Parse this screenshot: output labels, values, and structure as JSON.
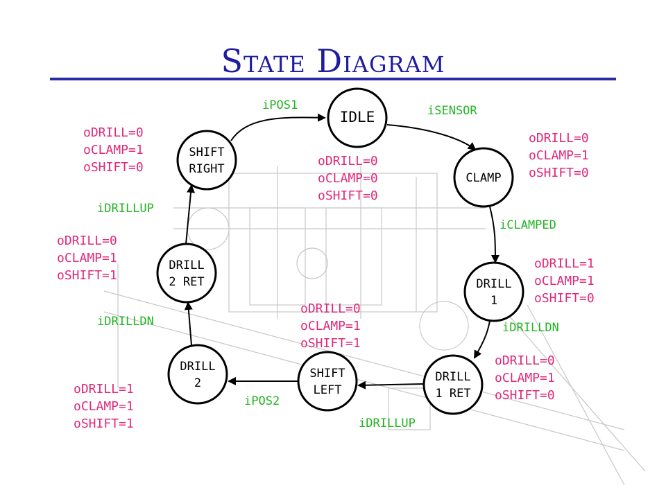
{
  "title": "State Diagram",
  "colors": {
    "title": "#1d1d9e",
    "rule": "#2a2aa8",
    "transition": "#22b422",
    "output": "#e0287a",
    "background_sketch": "#c7c7c7"
  },
  "states": [
    {
      "id": "idle",
      "lines": [
        "IDLE"
      ],
      "name": "state-idle"
    },
    {
      "id": "clamp",
      "lines": [
        "CLAMP"
      ],
      "name": "state-clamp"
    },
    {
      "id": "drill1",
      "lines": [
        "DRILL",
        "1"
      ],
      "name": "state-drill-1"
    },
    {
      "id": "drill1ret",
      "lines": [
        "DRILL",
        "1 RET"
      ],
      "name": "state-drill-1-ret"
    },
    {
      "id": "shiftleft",
      "lines": [
        "SHIFT",
        "LEFT"
      ],
      "name": "state-shift-left"
    },
    {
      "id": "drill2",
      "lines": [
        "DRILL",
        "2"
      ],
      "name": "state-drill-2"
    },
    {
      "id": "drill2ret",
      "lines": [
        "DRILL",
        "2 RET"
      ],
      "name": "state-drill-2-ret"
    },
    {
      "id": "shiftright",
      "lines": [
        "SHIFT",
        "RIGHT"
      ],
      "name": "state-shift-right"
    }
  ],
  "transitions": [
    {
      "from": "shiftright",
      "to": "idle",
      "label": "iPOS1"
    },
    {
      "from": "idle",
      "to": "clamp",
      "label": "iSENSOR"
    },
    {
      "from": "clamp",
      "to": "drill1",
      "label": "iCLAMPED"
    },
    {
      "from": "drill1",
      "to": "drill1ret",
      "label": "iDRILLDN"
    },
    {
      "from": "drill1ret",
      "to": "shiftleft",
      "label": "iDRILLUP"
    },
    {
      "from": "shiftleft",
      "to": "drill2",
      "label": "iPOS2"
    },
    {
      "from": "drill2",
      "to": "drill2ret",
      "label": "iDRILLDN"
    },
    {
      "from": "drill2ret",
      "to": "shiftright",
      "label": "iDRILLUP"
    }
  ],
  "outputs": [
    {
      "state": "shiftright",
      "lines": [
        "oDRILL=0",
        "oCLAMP=1",
        "oSHIFT=0"
      ]
    },
    {
      "state": "idle",
      "lines": [
        "oDRILL=0",
        "oCLAMP=0",
        "oSHIFT=0"
      ]
    },
    {
      "state": "clamp",
      "lines": [
        "oDRILL=0",
        "oCLAMP=1",
        "oSHIFT=0"
      ]
    },
    {
      "state": "drill2ret",
      "lines": [
        "oDRILL=0",
        "oCLAMP=1",
        "oSHIFT=1"
      ]
    },
    {
      "state": "drill1",
      "lines": [
        "oDRILL=1",
        "oCLAMP=1",
        "oSHIFT=0"
      ]
    },
    {
      "state": "shiftleft",
      "lines": [
        "oDRILL=0",
        "oCLAMP=1",
        "oSHIFT=1"
      ]
    },
    {
      "state": "drill1ret",
      "lines": [
        "oDRILL=0",
        "oCLAMP=1",
        "oSHIFT=0"
      ]
    },
    {
      "state": "drill2",
      "lines": [
        "oDRILL=1",
        "oCLAMP=1",
        "oSHIFT=1"
      ]
    }
  ]
}
